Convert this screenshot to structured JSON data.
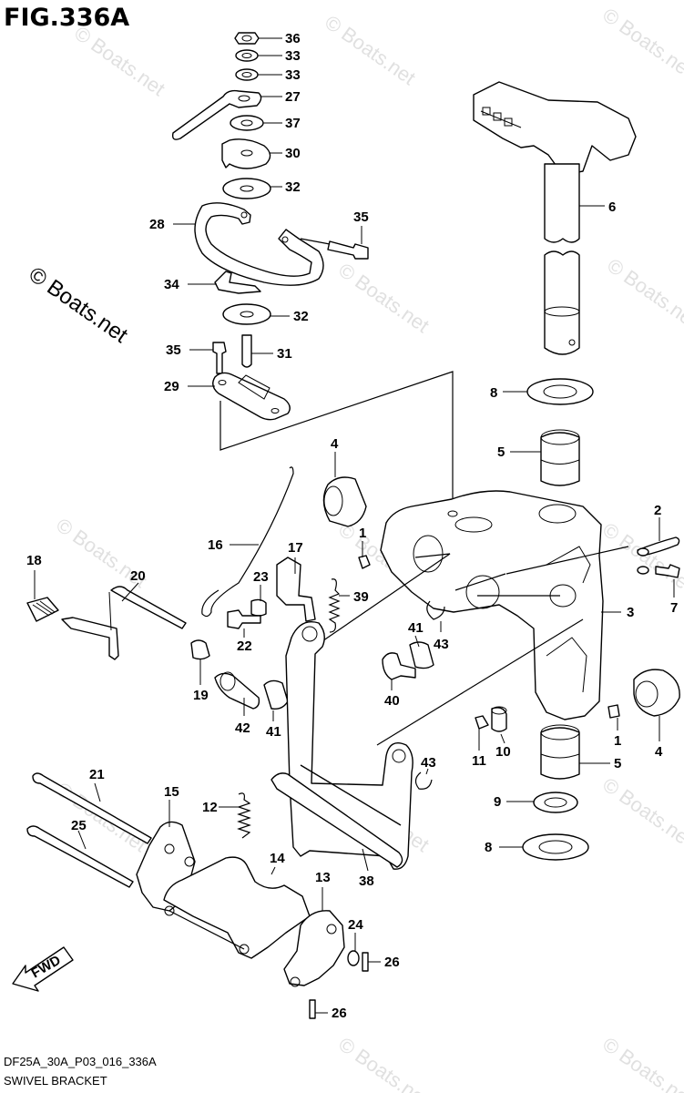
{
  "figure": {
    "title": "FIG.336A",
    "code": "DF25A_30A_P03_016_336A",
    "caption": "SWIVEL BRACKET",
    "watermark": "© Boats.net",
    "fwd_label": "FWD"
  },
  "callouts": [
    "36",
    "33",
    "33",
    "27",
    "37",
    "30",
    "32",
    "28",
    "35",
    "34",
    "32",
    "35",
    "31",
    "29",
    "6",
    "8",
    "5",
    "4",
    "2",
    "18",
    "20",
    "16",
    "17",
    "23",
    "39",
    "1",
    "3",
    "7",
    "22",
    "43",
    "19",
    "42",
    "41",
    "41",
    "40",
    "11",
    "1",
    "4",
    "10",
    "43",
    "5",
    "9",
    "8",
    "21",
    "15",
    "12",
    "14",
    "13",
    "25",
    "38",
    "24",
    "26",
    "26"
  ]
}
